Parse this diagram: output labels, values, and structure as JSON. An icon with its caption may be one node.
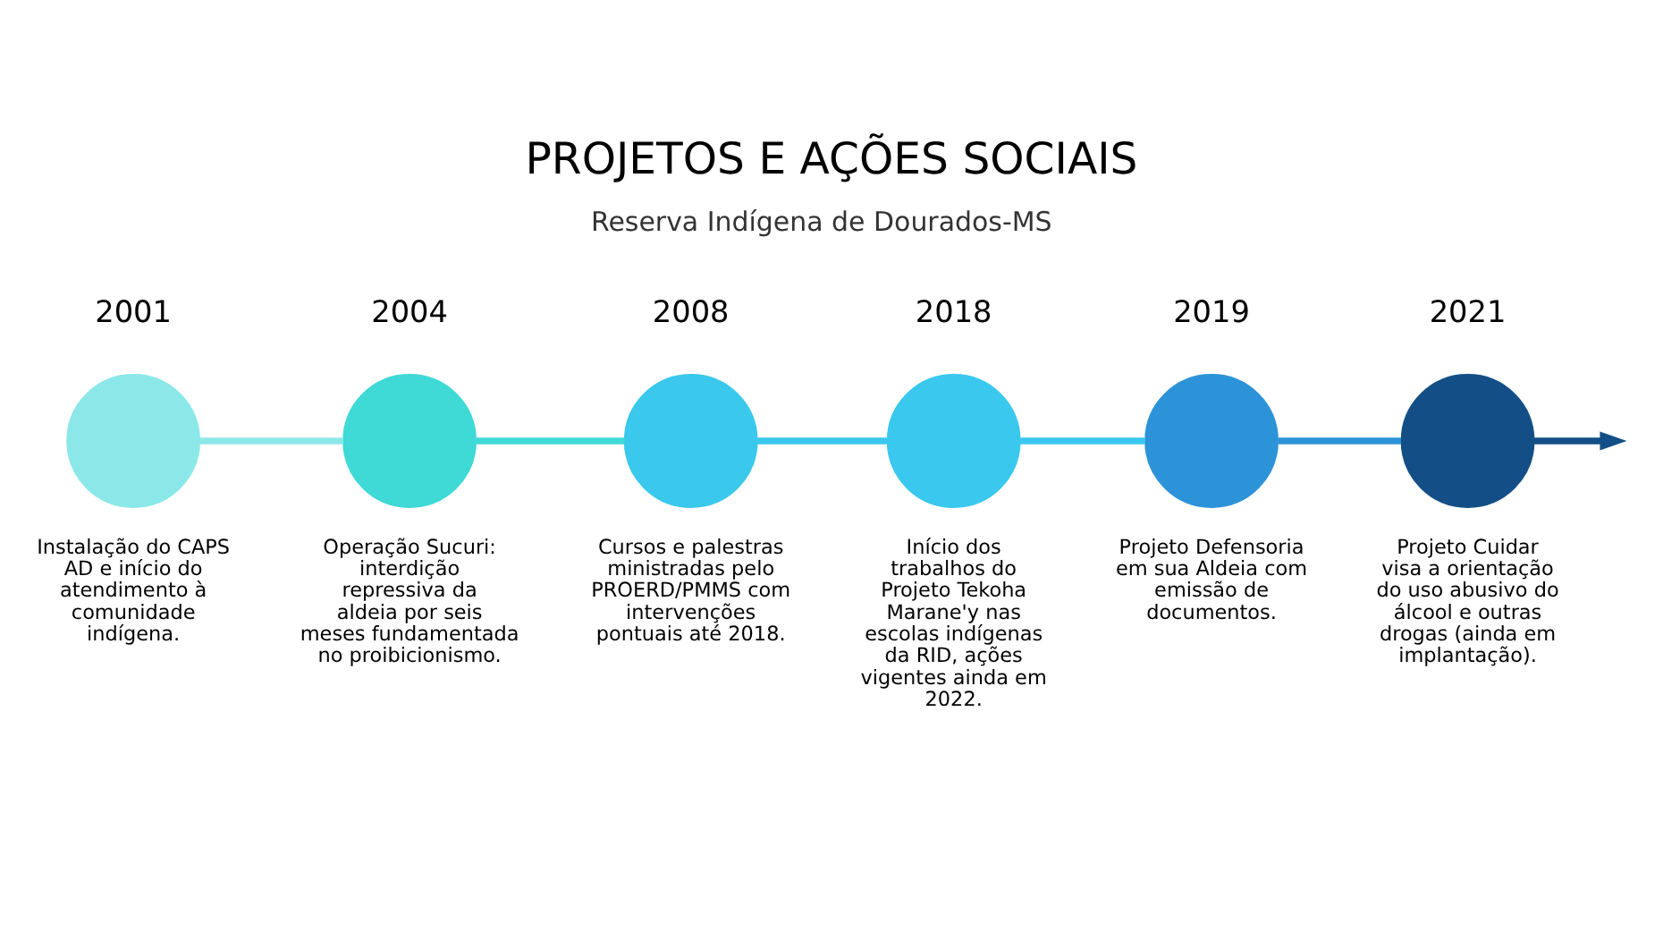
{
  "diagram": {
    "title": "PROJETOS E AÇÕES SOCIAIS",
    "nodes": [
      {
        "text": [],
        "shape": "circle",
        "beside": [
          "2001",
          "Instalação do CAPS AD e início do atendimento à comunidade indígena."
        ]
      },
      {
        "text": [],
        "shape": "circle",
        "beside": [
          "2004",
          "Operação Sucuri: interdição repressiva da aldeia por seis meses fundamentada no proibicionismo."
        ]
      },
      {
        "text": [],
        "shape": "circle",
        "beside": [
          "2008",
          "Cursos e palestras ministradas pelo PROERD/PMMS com intervenções pontuais até 2018."
        ]
      },
      {
        "text": [],
        "shape": "circle",
        "beside": [
          "2018",
          "Início dos trabalhos do Projeto Tekoha Marane'y nas escolas indígenas da RID, ações vigentes ainda em 2022."
        ]
      },
      {
        "text": [],
        "shape": "circle",
        "beside": [
          "2019",
          "Projeto Defensoria em sua Aldeia com emissão de documentos."
        ]
      },
      {
        "text": [],
        "shape": "circle",
        "beside": [
          "2021",
          "Projeto Cuidar visa a orientação do uso abusivo do álcool e outras drogas (ainda em implantação)."
        ]
      }
    ],
    "edges": [
      {
        "from": 0,
        "to": 1,
        "arrow": "none",
        "color": "#8ce8e8"
      },
      {
        "from": 1,
        "to": 2,
        "arrow": "none",
        "color": "#3fd9d6"
      },
      {
        "from": 2,
        "to": 3,
        "arrow": "none",
        "color": "#3ac8ec"
      },
      {
        "from": 3,
        "to": 4,
        "arrow": "none",
        "color": "#3ac8ee"
      },
      {
        "from": 4,
        "to": 5,
        "arrow": "none",
        "color": "#2d93d8"
      },
      {
        "from": 5,
        "to": null,
        "arrow": "to",
        "color": "#134f86"
      }
    ],
    "labels": [
      "Reserva Indígena de Dourados-MS"
    ]
  }
}
